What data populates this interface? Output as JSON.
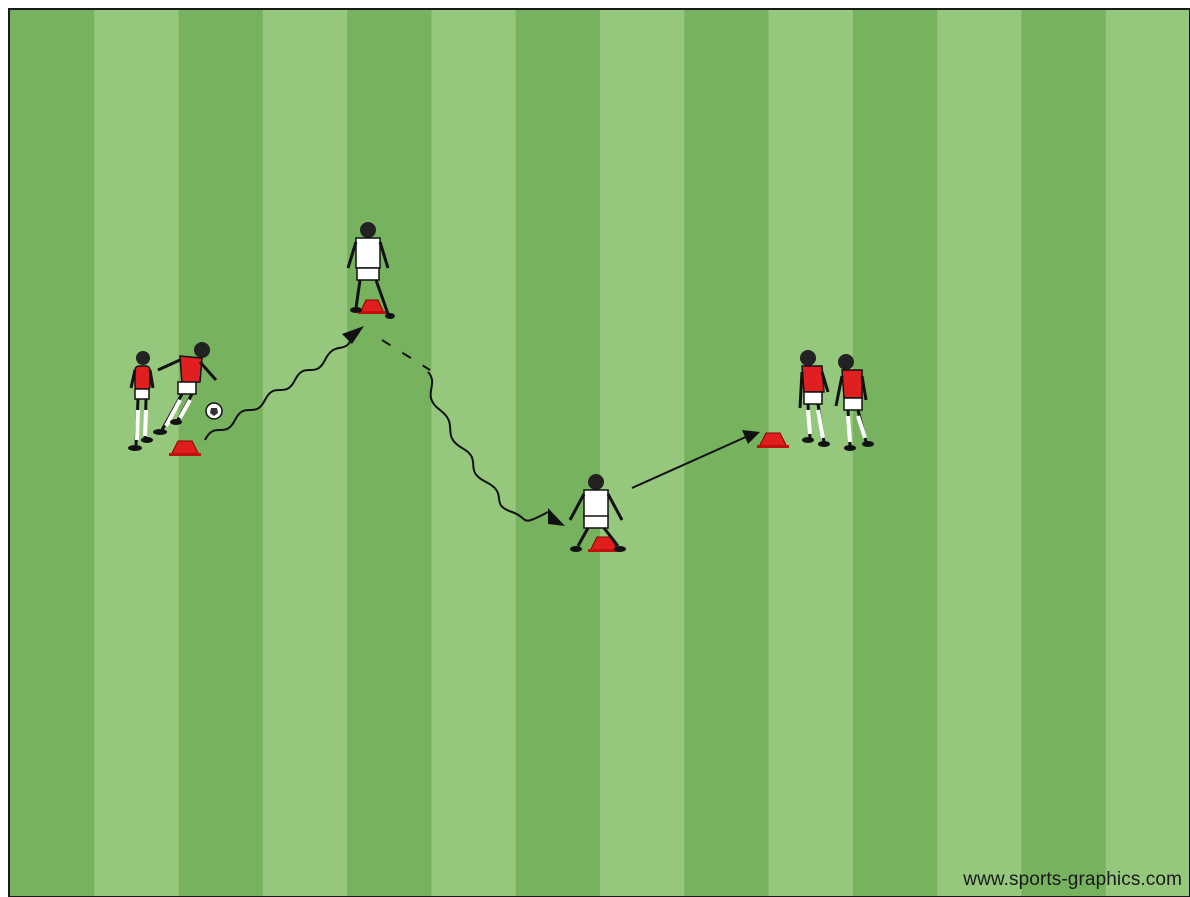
{
  "diagram": {
    "credit_text": "www.sports-graphics.com",
    "colors": {
      "stripe_dark": "#77b35e",
      "stripe_light": "#95c77c",
      "border": "#1a1a1a",
      "cone": "#e01e1e",
      "jersey_red": "#e02020",
      "jersey_white": "#ffffff",
      "skin": "#f2d0b0",
      "path_line": "#111111"
    },
    "stripe_count": 14,
    "elements": {
      "attacking_players": 4,
      "defending_players": 2,
      "cones": 4,
      "ball": 1
    }
  }
}
